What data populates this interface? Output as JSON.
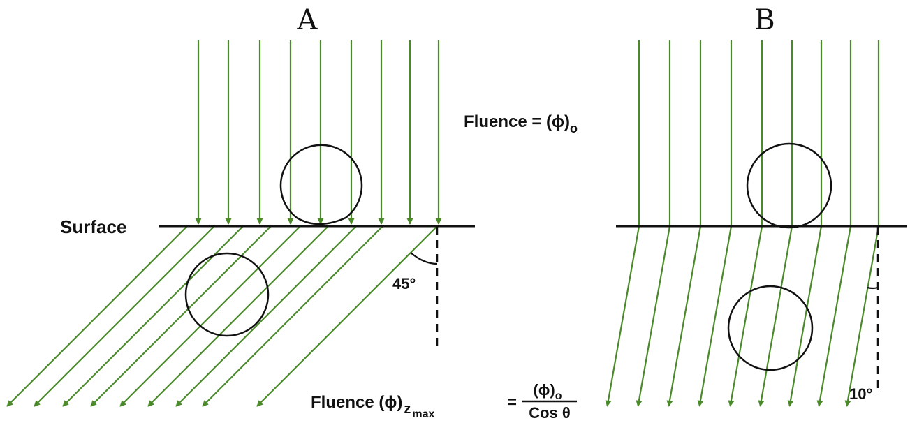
{
  "panels": [
    {
      "title": "A",
      "refraction_angle_label": "45°"
    },
    {
      "title": "B",
      "refraction_angle_label": "10°"
    }
  ],
  "labels": {
    "surface": "Surface",
    "fluence_incident": "Fluence = (ϕ)",
    "fluence_incident_sub": "o",
    "fluence_depth_prefix": "Fluence (ϕ)",
    "fluence_depth_sub": "z",
    "fluence_depth_sub2": "max",
    "equals": "=",
    "numerator": "(ϕ)",
    "numerator_sub": "o",
    "denominator": "Cos θ"
  },
  "colors": {
    "ray": "#4a8a2a",
    "line": "#111111"
  }
}
